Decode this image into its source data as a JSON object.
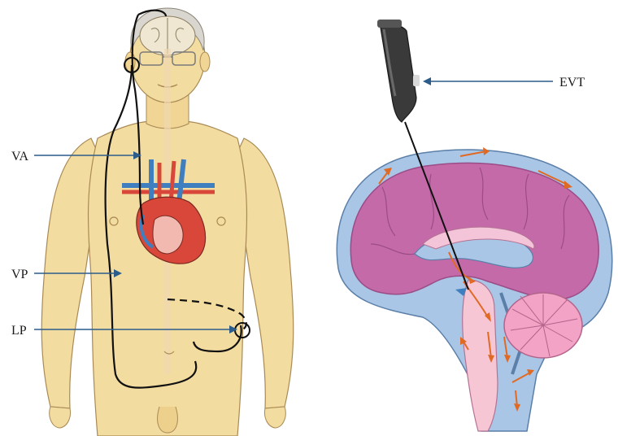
{
  "labels": {
    "va": "VA",
    "vp": "VP",
    "lp": "LP",
    "evt": "EVT"
  },
  "colors": {
    "skin": "#f3dca0",
    "skin_outline": "#a98a55",
    "shunt_tube": "#111111",
    "arrow": "#2c5c8a",
    "csf": "#a9c6e6",
    "csf_outline": "#5b7fa8",
    "brain": "#c46aa9",
    "brain_dark": "#9b4c86",
    "brainstem": "#f7c6d5",
    "flow_arrow": "#e06a24",
    "heart_red": "#d8473a",
    "vessel_blue": "#3f7fbf",
    "endoscope": "#3a3a3a"
  }
}
